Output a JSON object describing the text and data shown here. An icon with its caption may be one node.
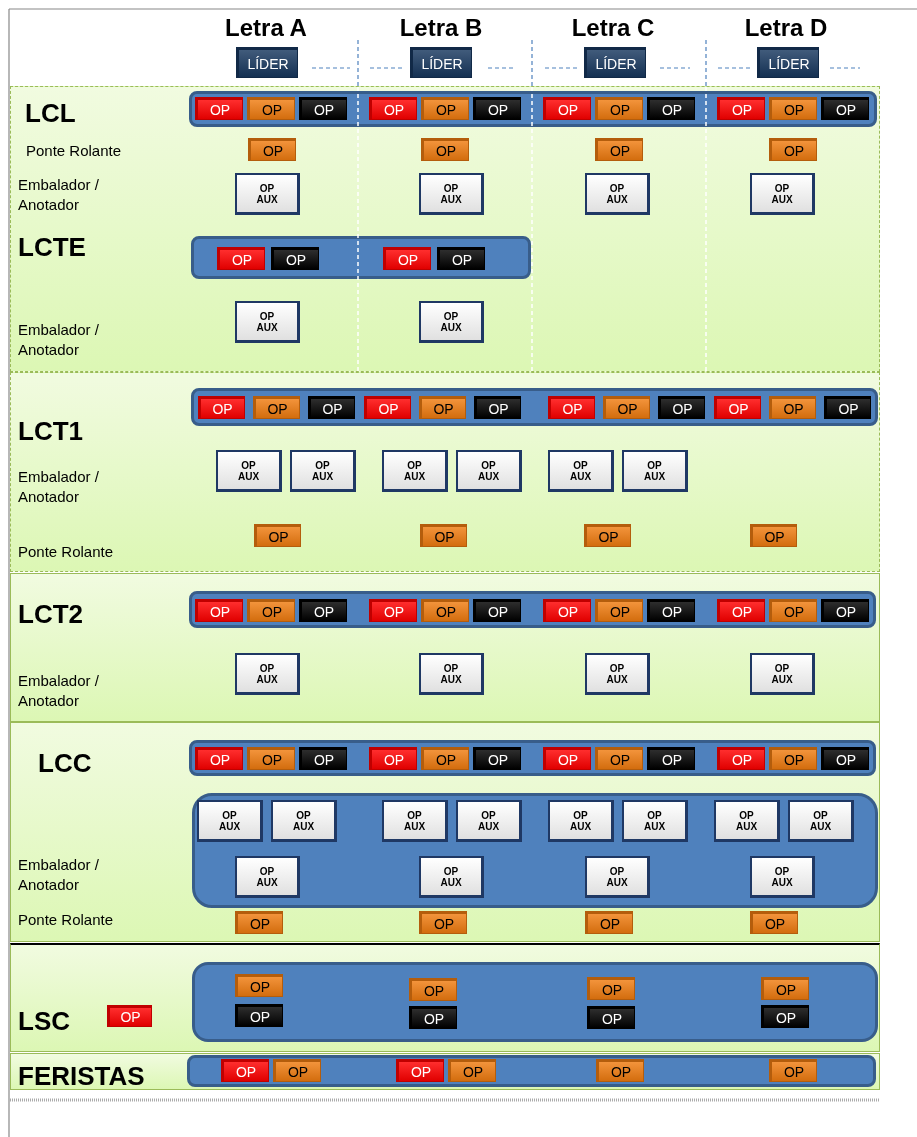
{
  "diagram": {
    "nodes": [
      {
        "text": [
          "LÍDER"
        ]
      },
      {
        "text": [
          "LÍDER"
        ]
      },
      {
        "text": [
          "LÍDER"
        ]
      },
      {
        "text": [
          "LÍDER"
        ]
      },
      {
        "text": [
          "LCL",
          "Ponte Rolante",
          "Embalador / Anotador",
          "LCTE",
          "Embalador / Anotador"
        ]
      },
      {
        "text": [],
        "shape": "bar",
        "in": 4
      },
      {
        "text": [
          "OP"
        ],
        "in": 5
      },
      {
        "text": [
          "OP"
        ],
        "in": 5
      },
      {
        "text": [
          "OP"
        ],
        "in": 5
      },
      {
        "text": [
          "OP"
        ],
        "in": 5
      },
      {
        "text": [
          "OP"
        ],
        "in": 5
      },
      {
        "text": [
          "OP"
        ],
        "in": 5
      },
      {
        "text": [
          "OP"
        ],
        "in": 5
      },
      {
        "text": [
          "OP"
        ],
        "in": 5
      },
      {
        "text": [
          "OP"
        ],
        "in": 5
      },
      {
        "text": [
          "OP"
        ],
        "in": 5
      },
      {
        "text": [
          "OP"
        ],
        "in": 5
      },
      {
        "text": [
          "OP"
        ],
        "in": 5
      },
      {
        "text": [
          "OP"
        ],
        "in": 4
      },
      {
        "text": [
          "OP"
        ],
        "in": 4
      },
      {
        "text": [
          "OP"
        ],
        "in": 4
      },
      {
        "text": [
          "OP"
        ],
        "in": 4
      },
      {
        "text": [
          "OP AUX"
        ],
        "in": 4
      },
      {
        "text": [
          "OP AUX"
        ],
        "in": 4
      },
      {
        "text": [
          "OP AUX"
        ],
        "in": 4
      },
      {
        "text": [
          "OP AUX"
        ],
        "in": 4
      },
      {
        "text": [],
        "shape": "bar",
        "in": 4
      },
      {
        "text": [
          "OP"
        ],
        "in": 26
      },
      {
        "text": [
          "OP"
        ],
        "in": 26
      },
      {
        "text": [
          "OP"
        ],
        "in": 26
      },
      {
        "text": [
          "OP"
        ],
        "in": 26
      },
      {
        "text": [
          "OP AUX"
        ],
        "in": 4
      },
      {
        "text": [
          "OP AUX"
        ],
        "in": 4
      },
      {
        "text": [
          "LCT1",
          "Embalador / Anotador",
          "Ponte Rolante"
        ]
      },
      {
        "text": [],
        "shape": "bar",
        "in": 33
      },
      {
        "text": [
          "OP"
        ],
        "in": 34
      },
      {
        "text": [
          "OP"
        ],
        "in": 34
      },
      {
        "text": [
          "OP"
        ],
        "in": 34
      },
      {
        "text": [
          "OP"
        ],
        "in": 34
      },
      {
        "text": [
          "OP"
        ],
        "in": 34
      },
      {
        "text": [
          "OP"
        ],
        "in": 34
      },
      {
        "text": [
          "OP"
        ],
        "in": 34
      },
      {
        "text": [
          "OP"
        ],
        "in": 34
      },
      {
        "text": [
          "OP"
        ],
        "in": 34
      },
      {
        "text": [
          "OP"
        ],
        "in": 34
      },
      {
        "text": [
          "OP"
        ],
        "in": 34
      },
      {
        "text": [
          "OP"
        ],
        "in": 34
      },
      {
        "text": [
          "OP AUX"
        ],
        "in": 33
      },
      {
        "text": [
          "OP AUX"
        ],
        "in": 33
      },
      {
        "text": [
          "OP AUX"
        ],
        "in": 33
      },
      {
        "text": [
          "OP AUX"
        ],
        "in": 33
      },
      {
        "text": [
          "OP AUX"
        ],
        "in": 33
      },
      {
        "text": [
          "OP AUX"
        ],
        "in": 33
      },
      {
        "text": [
          "OP"
        ],
        "in": 33
      },
      {
        "text": [
          "OP"
        ],
        "in": 33
      },
      {
        "text": [
          "OP"
        ],
        "in": 33
      },
      {
        "text": [
          "OP"
        ],
        "in": 33
      },
      {
        "text": [
          "LCT2",
          "Embalador / Anotador"
        ]
      },
      {
        "text": [],
        "shape": "bar",
        "in": 57
      },
      {
        "text": [
          "OP"
        ],
        "in": 58
      },
      {
        "text": [
          "OP"
        ],
        "in": 58
      },
      {
        "text": [
          "OP"
        ],
        "in": 58
      },
      {
        "text": [
          "OP"
        ],
        "in": 58
      },
      {
        "text": [
          "OP"
        ],
        "in": 58
      },
      {
        "text": [
          "OP"
        ],
        "in": 58
      },
      {
        "text": [
          "OP"
        ],
        "in": 58
      },
      {
        "text": [
          "OP"
        ],
        "in": 58
      },
      {
        "text": [
          "OP"
        ],
        "in": 58
      },
      {
        "text": [
          "OP"
        ],
        "in": 58
      },
      {
        "text": [
          "OP"
        ],
        "in": 58
      },
      {
        "text": [
          "OP"
        ],
        "in": 58
      },
      {
        "text": [
          "OP AUX"
        ],
        "in": 57
      },
      {
        "text": [
          "OP AUX"
        ],
        "in": 57
      },
      {
        "text": [
          "OP AUX"
        ],
        "in": 57
      },
      {
        "text": [
          "OP AUX"
        ],
        "in": 57
      },
      {
        "text": [
          "LCC",
          "Embalador / Anotador",
          "Ponte Rolante"
        ]
      },
      {
        "text": [],
        "shape": "bar",
        "in": 75
      },
      {
        "text": [
          "OP"
        ],
        "in": 76
      },
      {
        "text": [
          "OP"
        ],
        "in": 76
      },
      {
        "text": [
          "OP"
        ],
        "in": 76
      },
      {
        "text": [
          "OP"
        ],
        "in": 76
      },
      {
        "text": [
          "OP"
        ],
        "in": 76
      },
      {
        "text": [
          "OP"
        ],
        "in": 76
      },
      {
        "text": [
          "OP"
        ],
        "in": 76
      },
      {
        "text": [
          "OP"
        ],
        "in": 76
      },
      {
        "text": [
          "OP"
        ],
        "in": 76
      },
      {
        "text": [
          "OP"
        ],
        "in": 76
      },
      {
        "text": [
          "OP"
        ],
        "in": 76
      },
      {
        "text": [
          "OP"
        ],
        "in": 76
      },
      {
        "text": [],
        "shape": "bar",
        "in": 75
      },
      {
        "text": [
          "OP AUX"
        ],
        "in": 89
      },
      {
        "text": [
          "OP AUX"
        ],
        "in": 89
      },
      {
        "text": [
          "OP AUX"
        ],
        "in": 89
      },
      {
        "text": [
          "OP AUX"
        ],
        "in": 89
      },
      {
        "text": [
          "OP AUX"
        ],
        "in": 89
      },
      {
        "text": [
          "OP AUX"
        ],
        "in": 89
      },
      {
        "text": [
          "OP AUX"
        ],
        "in": 89
      },
      {
        "text": [
          "OP AUX"
        ],
        "in": 89
      },
      {
        "text": [
          "OP AUX"
        ],
        "in": 89
      },
      {
        "text": [
          "OP AUX"
        ],
        "in": 89
      },
      {
        "text": [
          "OP AUX"
        ],
        "in": 89
      },
      {
        "text": [
          "OP AUX"
        ],
        "in": 89
      },
      {
        "text": [
          "OP"
        ],
        "in": 75
      },
      {
        "text": [
          "OP"
        ],
        "in": 75
      },
      {
        "text": [
          "OP"
        ],
        "in": 75
      },
      {
        "text": [
          "OP"
        ],
        "in": 75
      },
      {
        "text": [
          "LSC"
        ]
      },
      {
        "text": [
          "OP"
        ],
        "in": 106
      },
      {
        "text": [],
        "shape": "bar",
        "in": 106
      },
      {
        "text": [
          "OP"
        ],
        "in": 108
      },
      {
        "text": [
          "OP"
        ],
        "in": 108
      },
      {
        "text": [
          "OP"
        ],
        "in": 108
      },
      {
        "text": [
          "OP"
        ],
        "in": 108
      },
      {
        "text": [
          "OP"
        ],
        "in": 108
      },
      {
        "text": [
          "OP"
        ],
        "in": 108
      },
      {
        "text": [
          "OP"
        ],
        "in": 108
      },
      {
        "text": [
          "OP"
        ],
        "in": 108
      },
      {
        "text": [
          "FERISTAS"
        ]
      },
      {
        "text": [],
        "shape": "bar",
        "in": 117
      },
      {
        "text": [
          "OP"
        ],
        "in": 118
      },
      {
        "text": [
          "OP"
        ],
        "in": 118
      },
      {
        "text": [
          "OP"
        ],
        "in": 118
      },
      {
        "text": [
          "OP"
        ],
        "in": 118
      },
      {
        "text": [
          "OP"
        ],
        "in": 118
      },
      {
        "text": [
          "OP"
        ],
        "in": 118
      }
    ],
    "labels": [
      "Letra A",
      "Letra B",
      "Letra C",
      "Letra D"
    ]
  }
}
